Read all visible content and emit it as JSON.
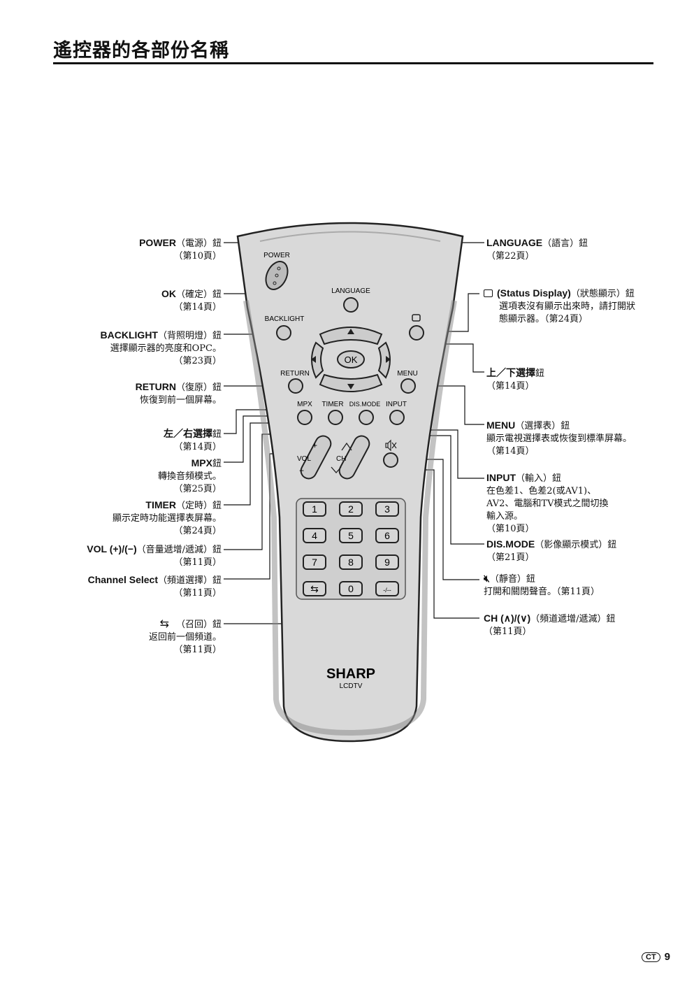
{
  "page": {
    "title": "遙控器的各部份名稱",
    "region_mark": "CT",
    "page_number": "9"
  },
  "remote": {
    "power": "POWER",
    "language": "LANGUAGE",
    "backlight": "BACKLIGHT",
    "ok": "OK",
    "return": "RETURN",
    "menu": "MENU",
    "mpx": "MPX",
    "timer": "TIMER",
    "dismode": "DIS.MODE",
    "input": "INPUT",
    "vol": "VOL",
    "ch": "CH",
    "plus": "+",
    "minus": "−",
    "keys": [
      "1",
      "2",
      "3",
      "4",
      "5",
      "6",
      "7",
      "8",
      "9",
      "0",
      "-/--"
    ],
    "brand": "SHARP",
    "model": "LCDTV"
  },
  "callouts_left": {
    "power": {
      "name": "POWER",
      "desc": "（電源）鈕",
      "lines": [
        "（第10頁）"
      ]
    },
    "ok": {
      "name": "OK",
      "desc": "（確定）鈕",
      "lines": [
        "（第14頁）"
      ]
    },
    "backlight": {
      "name": "BACKLIGHT",
      "desc": "（背照明燈）鈕",
      "lines": [
        "選擇顯示器的亮度和OPC。",
        "（第23頁）"
      ]
    },
    "return": {
      "name": "RETURN",
      "desc": "（復原）鈕",
      "lines": [
        "恢復到前一個屏幕。"
      ]
    },
    "leftright": {
      "name": "左／右選擇",
      "desc": "鈕",
      "lines": [
        "（第14頁）"
      ]
    },
    "mpx": {
      "name": "MPX",
      "desc": "鈕",
      "lines": [
        "轉換音頻模式。",
        "（第25頁）"
      ]
    },
    "timer": {
      "name": "TIMER",
      "desc": "（定時）鈕",
      "lines": [
        "顯示定時功能選擇表屏幕。",
        "（第24頁）"
      ]
    },
    "vol": {
      "name": "VOL (+)/(−)",
      "desc": "（音量遞增/遞減）鈕",
      "lines": [
        "（第11頁）"
      ]
    },
    "channel": {
      "name": "Channel Select",
      "desc": "（頻道選擇）鈕",
      "lines": [
        "（第11頁）"
      ]
    },
    "recall": {
      "name": "",
      "desc": "（召回）鈕",
      "lines": [
        "返回前一個頻道。",
        "（第11頁）"
      ]
    }
  },
  "callouts_right": {
    "language": {
      "name": "LANGUAGE",
      "desc": "（語言）鈕",
      "lines": [
        "（第22頁）"
      ]
    },
    "status": {
      "name": "(Status Display)",
      "desc": "（狀態顯示）鈕",
      "lines": [
        "選項表沒有顯示出來時，請打開狀",
        "態顯示器。（第24頁）"
      ]
    },
    "updown": {
      "name": "上／下選擇",
      "desc": "鈕",
      "lines": [
        "（第14頁）"
      ]
    },
    "menu": {
      "name": "MENU",
      "desc": "（選擇表）鈕",
      "lines": [
        "顯示電視選擇表或恢復到標準屏幕。",
        "（第14頁）"
      ]
    },
    "input": {
      "name": "INPUT",
      "desc": "（輸入）鈕",
      "lines": [
        "在色差1、色差2(或AV1)、",
        "AV2、電腦和TV模式之間切換",
        "輸入源。",
        "（第10頁）"
      ]
    },
    "dismode": {
      "name": "DIS.MODE",
      "desc": "（影像顯示模式）鈕",
      "lines": [
        "（第21頁）"
      ]
    },
    "mute": {
      "name": "",
      "desc": "（靜音）鈕",
      "lines": [
        "打開和關閉聲音。（第11頁）"
      ]
    },
    "ch": {
      "name": "CH (∧)/(∨)",
      "desc": "（頻道遞增/遞減）鈕",
      "lines": [
        "（第11頁）"
      ]
    }
  }
}
